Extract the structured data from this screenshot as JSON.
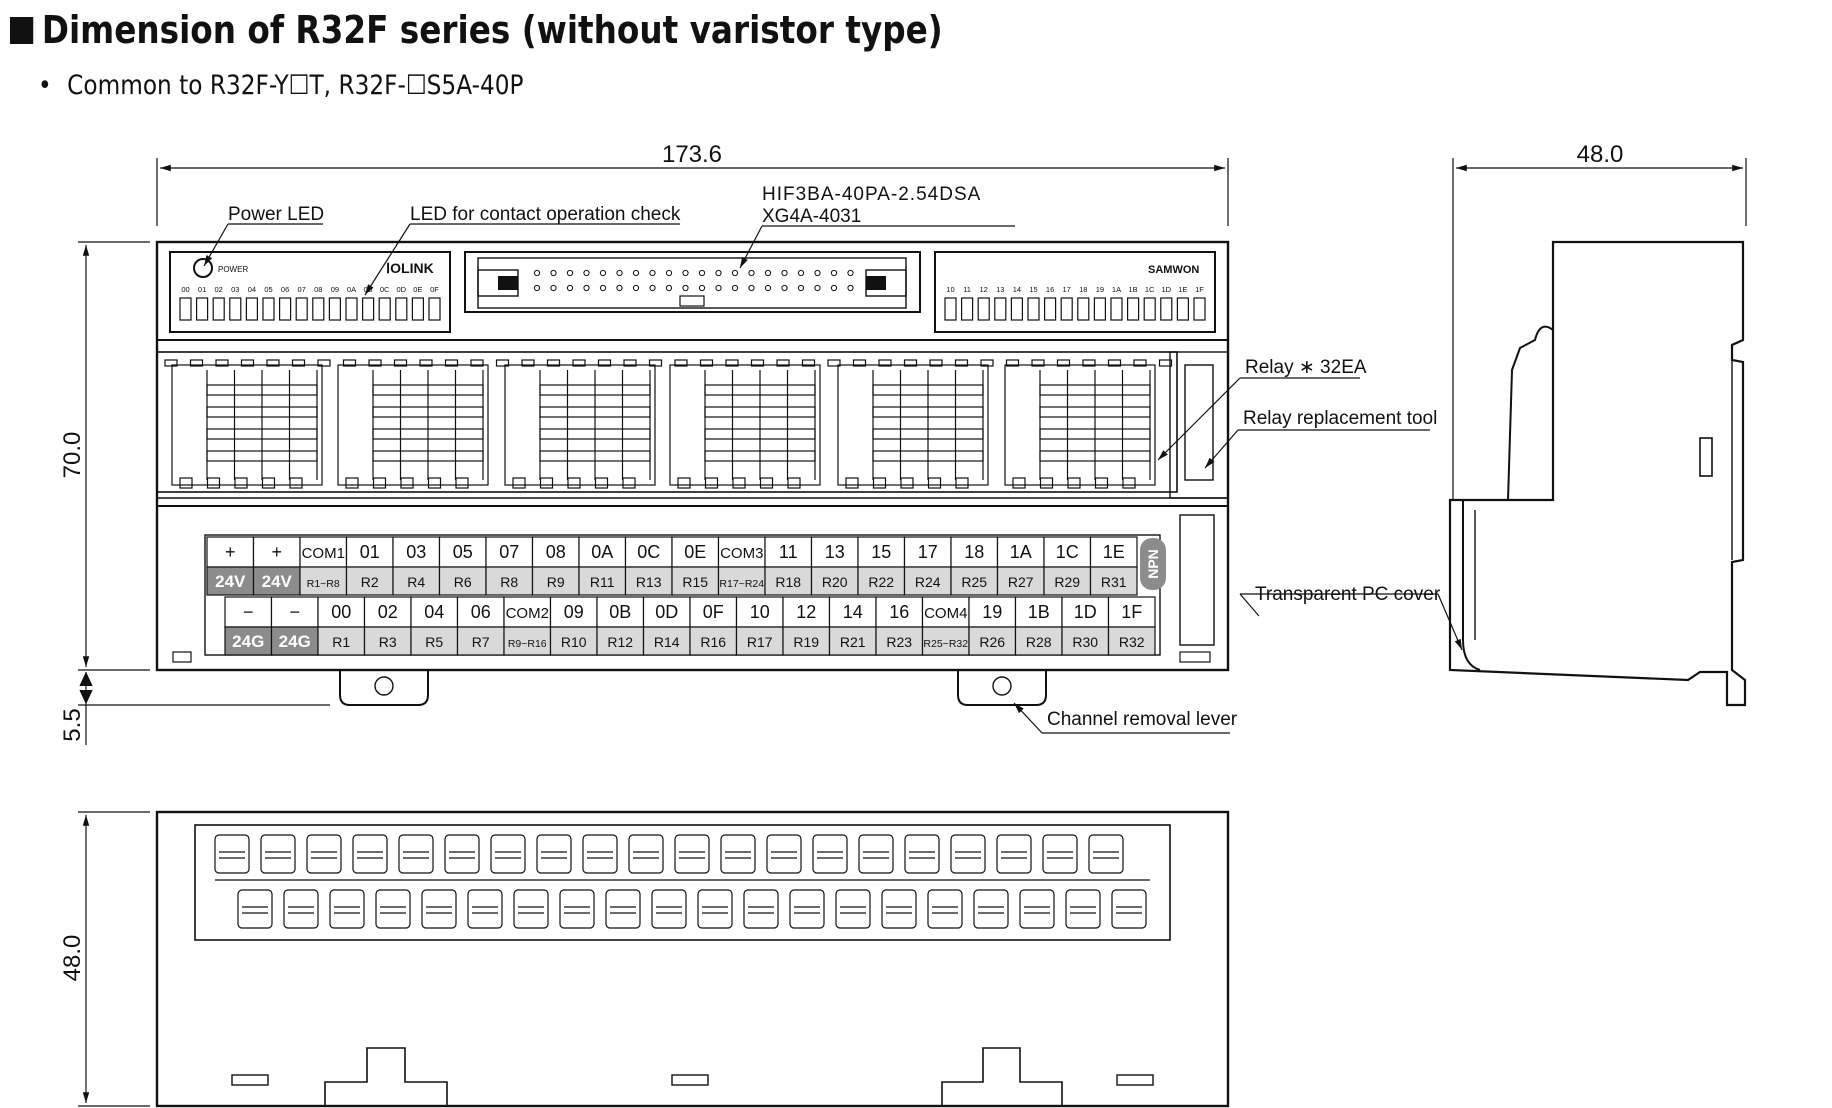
{
  "heading": "Dimension of R32F series (without varistor type)",
  "subheading_bullet": "•",
  "subheading": "Common to R32F-Y☐T, R32F-☐S5A-40P",
  "dimensions": {
    "width": "173.6",
    "depth": "48.0",
    "height": "70.0",
    "rail_offset": "5.5",
    "bottom_depth": "48.0"
  },
  "callouts": {
    "power_led": "Power LED",
    "led_check": "LED for contact operation check",
    "connector_line1": "HIF3BA-40PA-2.54DSA",
    "connector_line2": "XG4A-4031",
    "relay": "Relay ∗ 32EA",
    "relay_tool": "Relay replacement tool",
    "pc_cover": "Transparent PC cover",
    "removal_lever": "Channel removal lever"
  },
  "device": {
    "power_label": "POWER",
    "logo": "ⅠOLINK",
    "brand": "SAMWON",
    "badge": "NPN",
    "led_labels_left": [
      "00",
      "01",
      "02",
      "03",
      "04",
      "05",
      "06",
      "07",
      "08",
      "09",
      "0A",
      "0B",
      "0C",
      "0D",
      "0E",
      "0F"
    ],
    "led_labels_right": [
      "10",
      "11",
      "12",
      "13",
      "14",
      "15",
      "16",
      "17",
      "18",
      "19",
      "1A",
      "1B",
      "1C",
      "1D",
      "1E",
      "1F"
    ]
  },
  "terminals": {
    "row1_top": [
      "+",
      "+",
      "COM1",
      "01",
      "03",
      "05",
      "07",
      "08",
      "0A",
      "0C",
      "0E",
      "COM3",
      "11",
      "13",
      "15",
      "17",
      "18",
      "1A",
      "1C",
      "1E"
    ],
    "row1_bottom": [
      "24V",
      "24V",
      "R1~R8",
      "R2",
      "R4",
      "R6",
      "R8",
      "R9",
      "R11",
      "R13",
      "R15",
      "R17~R24",
      "R18",
      "R20",
      "R22",
      "R24",
      "R25",
      "R27",
      "R29",
      "R31"
    ],
    "row2_top": [
      "−",
      "−",
      "00",
      "02",
      "04",
      "06",
      "COM2",
      "09",
      "0B",
      "0D",
      "0F",
      "10",
      "12",
      "14",
      "16",
      "COM4",
      "19",
      "1B",
      "1D",
      "1F"
    ],
    "row2_bottom": [
      "24G",
      "24G",
      "R1",
      "R3",
      "R5",
      "R7",
      "R9~R16",
      "R10",
      "R12",
      "R14",
      "R16",
      "R17",
      "R19",
      "R21",
      "R23",
      "R25~R32",
      "R26",
      "R28",
      "R30",
      "R32"
    ]
  },
  "colors": {
    "line": "#111111",
    "power_cell": "#8c8c8c",
    "shade": "#d9d9d9"
  }
}
